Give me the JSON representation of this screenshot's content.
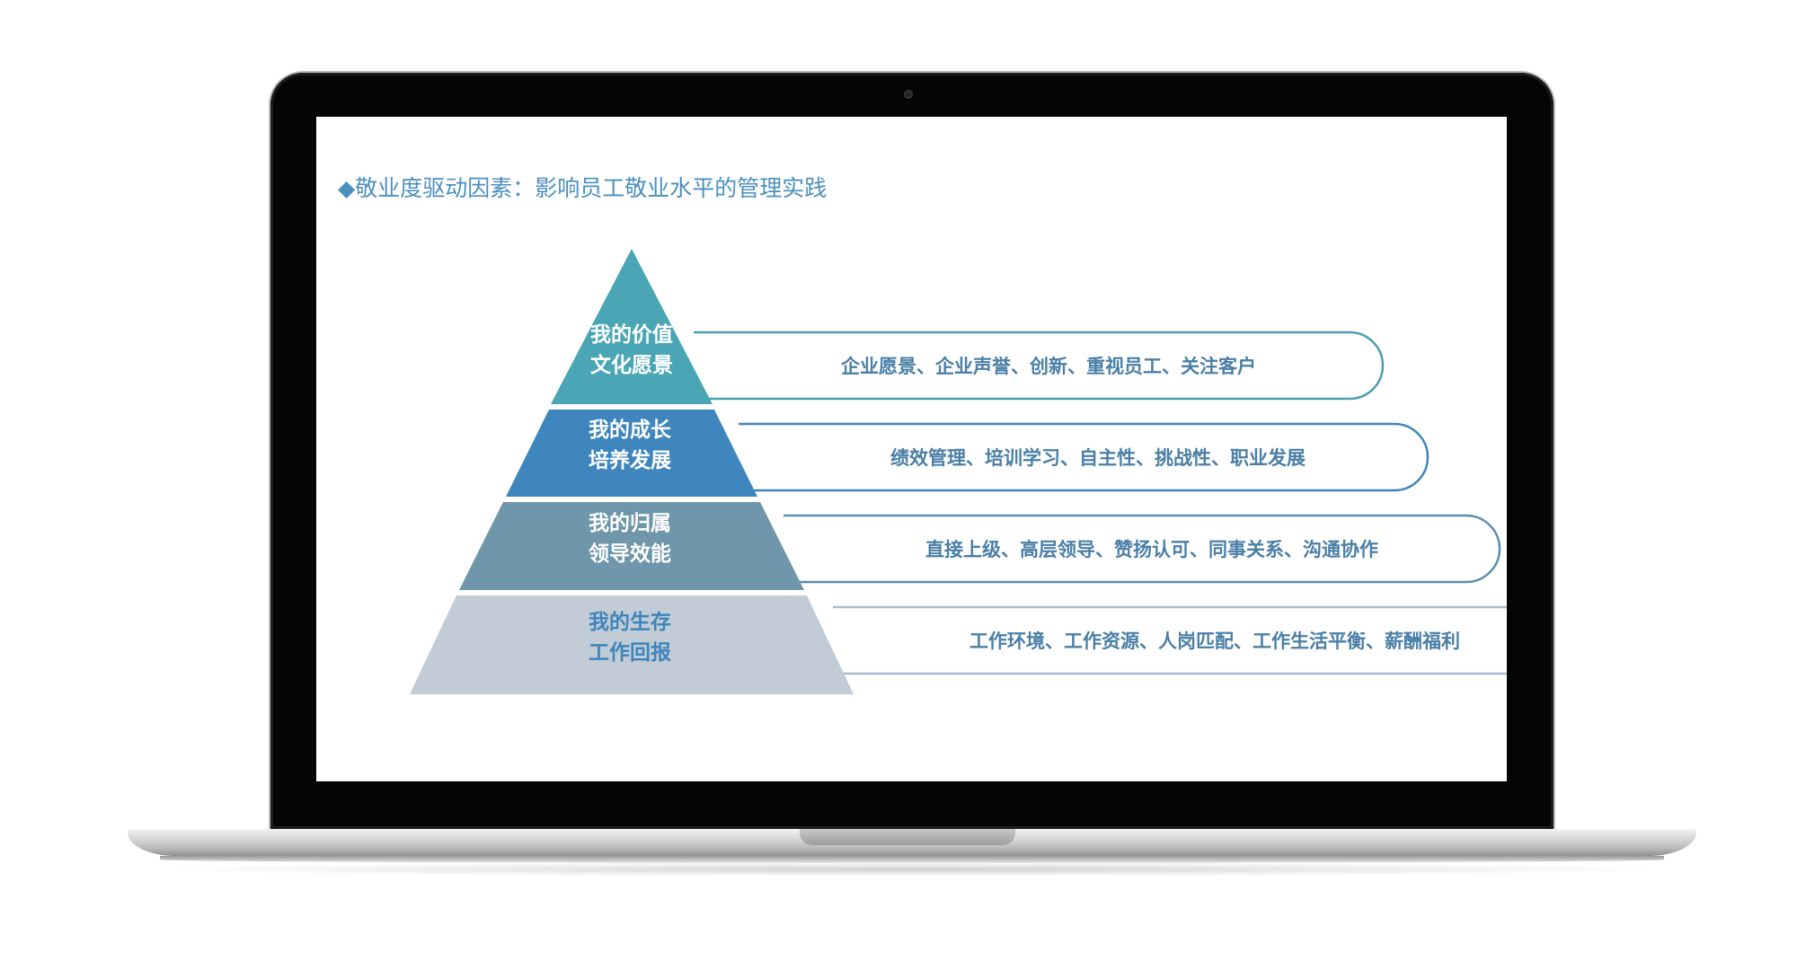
{
  "slide": {
    "bullet": "◆",
    "title": "敬业度驱动因素：影响员工敬业水平的管理实践"
  },
  "tiers": [
    {
      "line1": "我的价值",
      "line2": "文化愿景",
      "practices": "企业愿景、企业声誉、创新、重视员工、关注客户",
      "fill": "#4aa6b5",
      "text_color": "#ffffff",
      "outline": "#4a9fb2"
    },
    {
      "line1": "我的成长",
      "line2": "培养发展",
      "practices": "绩效管理、培训学习、自主性、挑战性、职业发展",
      "fill": "#3e86bd",
      "text_color": "#ffffff",
      "outline": "#3e86bd"
    },
    {
      "line1": "我的归属",
      "line2": "领导效能",
      "practices": "直接上级、高层领导、赞扬认可、同事关系、沟通协作",
      "fill": "#6f96aa",
      "text_color": "#ffffff",
      "outline": "#5c8fae"
    },
    {
      "line1": "我的生存",
      "line2": "工作回报",
      "practices": "工作环境、工作资源、人岗匹配、工作生活平衡、薪酬福利",
      "fill": "#c1ccd6",
      "text_color": "#3f85bb",
      "outline": "#a8bfd0"
    }
  ]
}
